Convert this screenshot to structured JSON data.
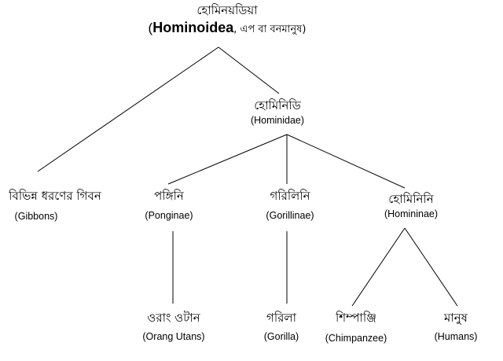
{
  "tree": {
    "root": {
      "bengali": "হোমিনয়ডিয়া",
      "open_paren": "(",
      "latin": "Hominoidea",
      "rest": ", এপ বা বনমানুষ)"
    },
    "hominidae": {
      "bengali": "হোমিনিডি",
      "latin": "(Hominidae)"
    },
    "gibbons": {
      "bengali": "বিভিন্ন ধরণের গিবন",
      "latin": "(Gibbons)"
    },
    "ponginae": {
      "bengali": "পঙ্গিনি",
      "latin": "(Ponginae)"
    },
    "gorillinae": {
      "bengali": "গরিলিনি",
      "latin": "(Gorillinae)"
    },
    "homininae": {
      "bengali": "হোমিনিনি",
      "latin": "(Homininae)"
    },
    "orangutan": {
      "bengali": "ওরাং ওটান",
      "latin": "(Orang Utans)"
    },
    "gorilla": {
      "bengali": "গরিলা",
      "latin": "(Gorilla)"
    },
    "chimpanzee": {
      "bengali": "শিম্পাঞ্জি",
      "latin": "(Chimpanzee)"
    },
    "humans": {
      "bengali": "মানুষ",
      "latin": "(Humans)"
    }
  },
  "colors": {
    "line": "#000000",
    "text": "#000000",
    "background": "#ffffff"
  }
}
